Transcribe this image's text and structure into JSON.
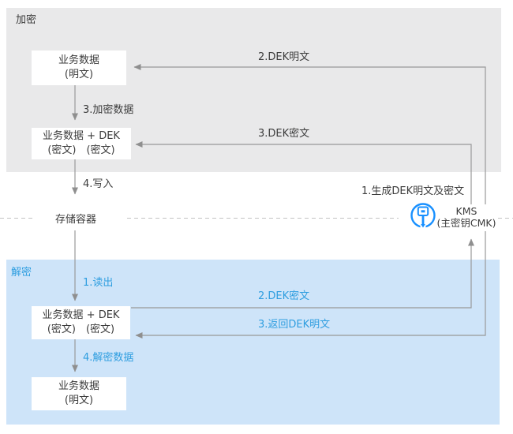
{
  "sections": {
    "encrypt": {
      "label": "加密"
    },
    "decrypt": {
      "label": "解密"
    }
  },
  "nodes": {
    "enc_plain": {
      "line1": "业务数据",
      "line2": "(明文)"
    },
    "enc_cipher": {
      "line1": "业务数据 + DEK",
      "line2": "(密文)　(密文)"
    },
    "storage": {
      "label": "存储容器"
    },
    "kms": {
      "line1": "KMS",
      "line2": "(主密钥CMK)"
    },
    "dec_cipher": {
      "line1": "业务数据 + DEK",
      "line2": "(密文)　(密文)"
    },
    "dec_plain": {
      "line1": "业务数据",
      "line2": "(明文)"
    }
  },
  "labels": {
    "enc_step2": "2.DEK明文",
    "enc_step3_data": "3.加密数据",
    "enc_step3_dek": "3.DEK密文",
    "enc_step4": "4.写入",
    "kms_step1": "1.生成DEK明文及密文",
    "dec_step1": "1.读出",
    "dec_step2": "2.DEK密文",
    "dec_step3": "3.返回DEK明文",
    "dec_step4": "4.解密数据"
  },
  "colors": {
    "encrypt_bg": "#e9e9ea",
    "decrypt_bg": "#cee4f9",
    "accent_blue": "#2f9ee0",
    "kms_icon_blue": "#1890ff",
    "connector_gray": "#999999",
    "dashed_line": "#c3c3c3",
    "box_bg": "#ffffff",
    "text_dark": "#3c3c3c"
  }
}
